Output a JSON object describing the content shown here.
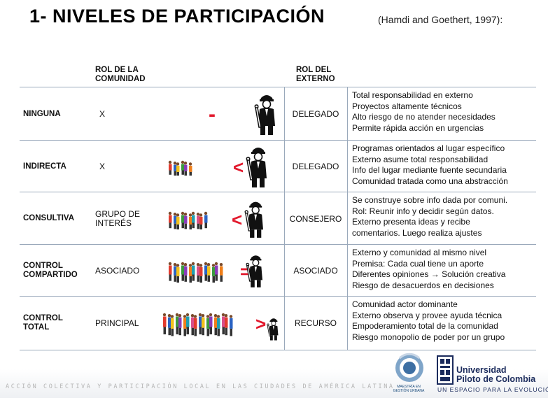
{
  "title": "1- NIVELES DE PARTICIPACIÓN",
  "citation": "(Hamdi and Goethert, 1997):",
  "headers": {
    "community_role": [
      "ROL DE LA",
      "COMUNIDAD"
    ],
    "external_role": [
      "ROL DEL",
      "EXTERNO"
    ]
  },
  "rows": [
    {
      "level": [
        "NINGUNA"
      ],
      "community_role": [
        "X"
      ],
      "symbol": "-",
      "external_role": "DELEGADO",
      "description": [
        "Total responsabilidad en externo",
        "Proyectos altamente técnicos",
        "Alto riesgo de no atender necesidades",
        "Permite rápida acción en urgencias"
      ]
    },
    {
      "level": [
        "INDIRECTA"
      ],
      "community_role": [
        "X"
      ],
      "symbol": "<",
      "external_role": "DELEGADO",
      "description": [
        "Programas orientados al lugar específico",
        "Externo asume total responsabilidad",
        "Info del lugar mediante fuente secundaria",
        "Comunidad tratada como una abstracción"
      ]
    },
    {
      "level": [
        "CONSULTIVA"
      ],
      "community_role": [
        "GRUPO DE",
        "INTERÉS"
      ],
      "symbol": "<",
      "external_role": "CONSEJERO",
      "description": [
        "Se construye sobre info dada por comuni.",
        "Rol: Reunir info y decidir según datos.",
        "Externo presenta ideas y recibe",
        "comentarios. Luego realiza ajustes"
      ]
    },
    {
      "level": [
        "CONTROL",
        "COMPARTIDO"
      ],
      "community_role": [
        "ASOCIADO"
      ],
      "symbol": "=",
      "external_role": "ASOCIADO",
      "description": [
        "Externo y comunidad al mismo nivel",
        "Premisa: Cada cual tiene un aporte",
        "Diferentes opiniones → Solución creativa",
        "Riesgo de desacuerdos en decisiones"
      ]
    },
    {
      "level": [
        "CONTROL",
        "TOTAL"
      ],
      "community_role": [
        "PRINCIPAL"
      ],
      "symbol": ">",
      "external_role": "RECURSO",
      "description": [
        "Comunidad actor dominante",
        "Externo observa y provee ayuda técnica",
        "Empoderamiento total de la comunidad",
        "Riesgo monopolio de poder por un grupo"
      ]
    }
  ],
  "footer": {
    "tagline": "ACCIÓN COLECTIVA Y PARTICIPACIÓN LOCAL EN LAS CIUDADES DE AMÉRICA LATINA",
    "university_line1": "Universidad",
    "university_line2": "Piloto de Colombia",
    "university_slogan": "UN ESPACIO PARA LA EVOLUCIÓN",
    "gestion_logo_text": [
      "MAESTRÍA EN",
      "GESTIÓN URBANA"
    ]
  },
  "colors": {
    "symbol": "#e2182c",
    "row_rule": "#9aa9bb",
    "university_navy": "#1b2b5c"
  }
}
